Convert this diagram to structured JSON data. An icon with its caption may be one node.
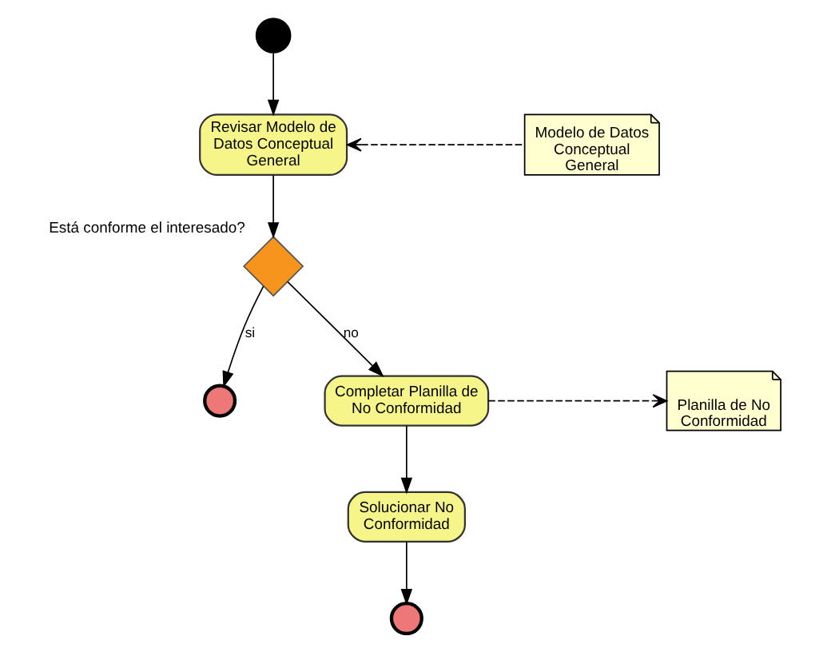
{
  "diagram": {
    "nodes": [
      {
        "text": [],
        "shape": "circle"
      },
      {
        "text": [
          "Revisar Modelo de Datos Conceptual General"
        ]
      },
      {
        "text": [
          "Modelo de Datos Conceptual General"
        ]
      },
      {
        "text": [
          "Está conforme el interesado?"
        ]
      },
      {
        "text": [],
        "shape": "circle"
      },
      {
        "text": [
          "Completar Planilla de No Conformidad"
        ]
      },
      {
        "text": [
          "Planilla de No Conformidad"
        ]
      },
      {
        "text": [
          "Solucionar No Conformidad"
        ]
      },
      {
        "text": [],
        "shape": "circle"
      }
    ],
    "edges": [
      {
        "from": 0,
        "to": 1,
        "arrow": "to"
      },
      {
        "from": 2,
        "to": 1,
        "arrow": "to",
        "style": "dashed"
      },
      {
        "from": 1,
        "to": 3,
        "arrow": "to"
      },
      {
        "from": 3,
        "to": 4,
        "arrow": "to",
        "label": "si"
      },
      {
        "from": 3,
        "to": 5,
        "arrow": "to",
        "label": "no"
      },
      {
        "from": 5,
        "to": 6,
        "arrow": "to",
        "style": "dashed"
      },
      {
        "from": 5,
        "to": 7,
        "arrow": "to"
      },
      {
        "from": 7,
        "to": 8,
        "arrow": "to"
      }
    ]
  }
}
